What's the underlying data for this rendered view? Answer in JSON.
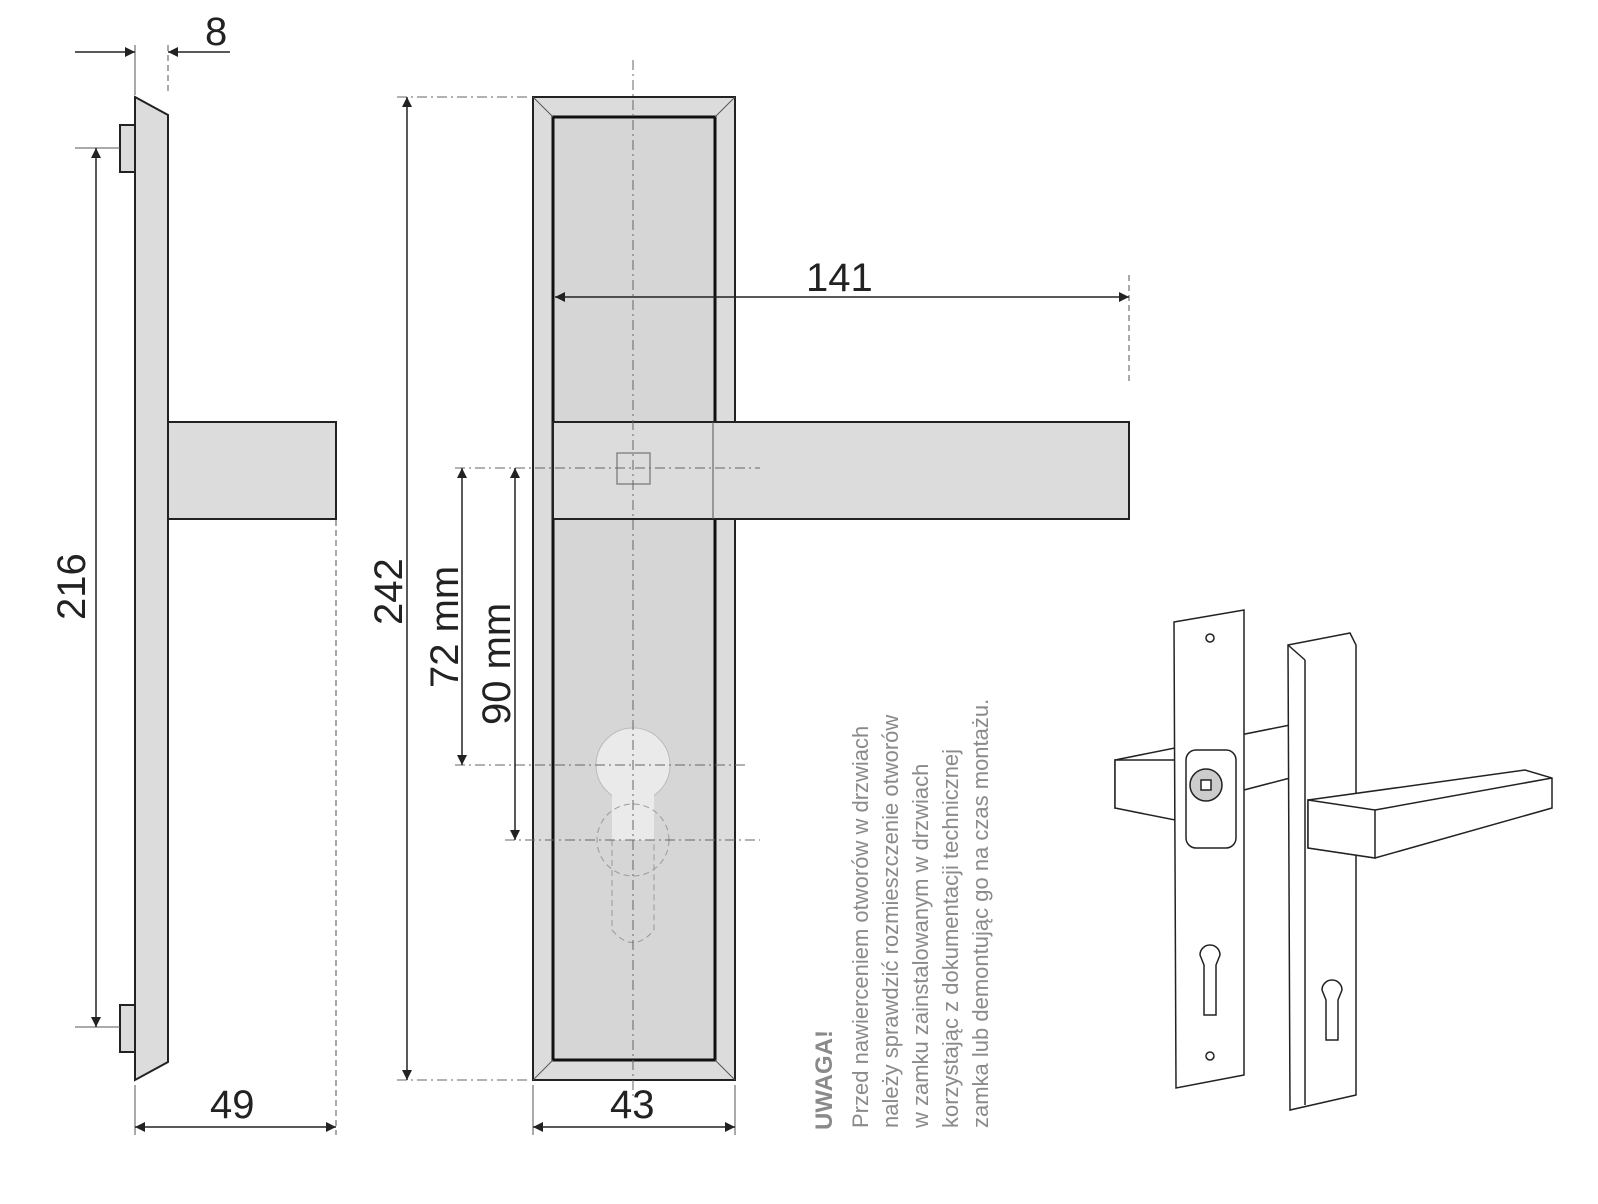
{
  "dimensions": {
    "plate_thickness": "8",
    "screw_spacing": "216",
    "plate_height": "242",
    "handle_projection": "49",
    "plate_width": "43",
    "handle_length": "141",
    "spacing_72": "72 mm",
    "spacing_90": "90 mm"
  },
  "note": {
    "heading": "UWAGA!",
    "lines": [
      "Przed nawierceniem otworów w drzwiach",
      "należy sprawdzić rozmieszczenie otworów",
      "w zamku zainstalowanym w drzwiach",
      "korzystając z dokumentacji technicznej",
      "zamka lub demontując go na czas montażu."
    ]
  },
  "colors": {
    "plate": "#dcdcdc",
    "line": "#222222",
    "note": "#8a8a8a"
  }
}
